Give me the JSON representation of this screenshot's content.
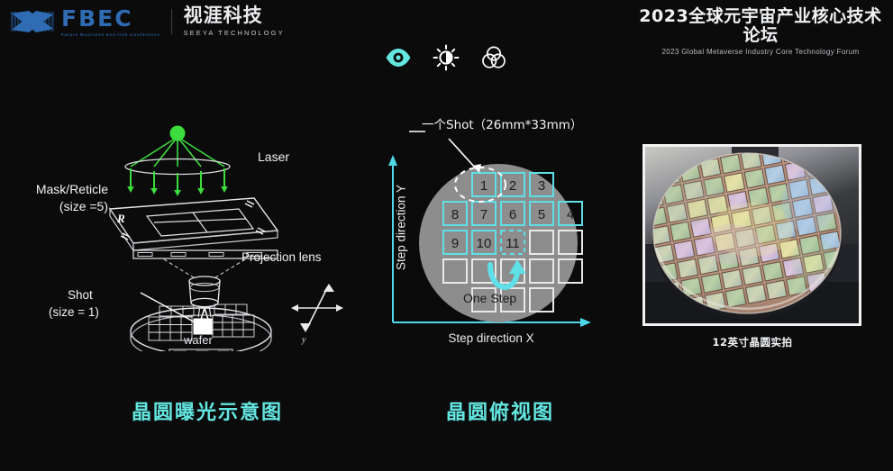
{
  "page": {
    "background": "#0b0b0c",
    "accent_cyan": "#63e6e0",
    "brand_blue": "#2f6cb3"
  },
  "header": {
    "logo_icon": "fbec-ribbon-logo",
    "fbec_text": "FBEC",
    "fbec_subtitle": "Future Business Eco-link Conference",
    "seeya_cn": "视涯科技",
    "seeya_en": "SEEYA TECHNOLOGY",
    "event_title_cn": "2023全球元宇宙产业核心技术论坛",
    "event_title_en": "2023 Global Metaverse Industry Core Technology Forum"
  },
  "icon_row": {
    "icons": [
      {
        "name": "eye-icon",
        "label": "Eye",
        "color": "#63e6e0",
        "active": true
      },
      {
        "name": "brightness-icon",
        "label": "Brightness",
        "color": "#ffffff",
        "active": false
      },
      {
        "name": "color-venn-icon",
        "label": "Color",
        "color": "#ffffff",
        "active": false
      }
    ]
  },
  "left_diagram": {
    "caption": "晶圆曝光示意图",
    "labels": {
      "laser": "Laser",
      "mask": "Mask/Reticle",
      "mask_size": "(size =5)",
      "reticle_mark": "R",
      "projection_lens": "Projection lens",
      "shot": "Shot",
      "shot_size": "(size = 1)",
      "wafer": "wafer"
    },
    "laser_color": "#3ddc3d",
    "beam_count": 5
  },
  "mid_diagram": {
    "caption": "晶圆俯视图",
    "shot_callout": "一个Shot（26mm*33mm）",
    "axis_y": "Step direction Y",
    "axis_x": "Step direction X",
    "one_step_label": "One Step",
    "axis_color": "#4fd8e8",
    "wafer_fill": "#8d8d8d",
    "grid_rows": [
      {
        "row": 0,
        "cells": [
          {
            "col": 1,
            "label": "1",
            "state": "active"
          },
          {
            "col": 2,
            "label": "2",
            "state": "active"
          },
          {
            "col": 3,
            "label": "3",
            "state": "active"
          }
        ]
      },
      {
        "row": 1,
        "cells": [
          {
            "col": 0,
            "label": "8",
            "state": "active"
          },
          {
            "col": 1,
            "label": "7",
            "state": "active"
          },
          {
            "col": 2,
            "label": "6",
            "state": "active"
          },
          {
            "col": 3,
            "label": "5",
            "state": "active"
          },
          {
            "col": 4,
            "label": "4",
            "state": "active"
          }
        ]
      },
      {
        "row": 2,
        "cells": [
          {
            "col": 0,
            "label": "9",
            "state": "active"
          },
          {
            "col": 1,
            "label": "10",
            "state": "active"
          },
          {
            "col": 2,
            "label": "11",
            "state": "current"
          },
          {
            "col": 3,
            "label": "",
            "state": "empty"
          },
          {
            "col": 4,
            "label": "",
            "state": "empty"
          }
        ]
      },
      {
        "row": 3,
        "cells": [
          {
            "col": 0,
            "label": "",
            "state": "empty"
          },
          {
            "col": 1,
            "label": "",
            "state": "empty"
          },
          {
            "col": 2,
            "label": "",
            "state": "empty"
          },
          {
            "col": 3,
            "label": "",
            "state": "empty"
          },
          {
            "col": 4,
            "label": "",
            "state": "empty"
          }
        ]
      },
      {
        "row": 4,
        "cells": [
          {
            "col": 1,
            "label": "",
            "state": "empty"
          },
          {
            "col": 2,
            "label": "",
            "state": "empty"
          },
          {
            "col": 3,
            "label": "",
            "state": "empty"
          }
        ]
      }
    ]
  },
  "right_photo": {
    "caption": "12英寸晶圆实拍",
    "alt_name": "silicon-wafer-photo"
  }
}
